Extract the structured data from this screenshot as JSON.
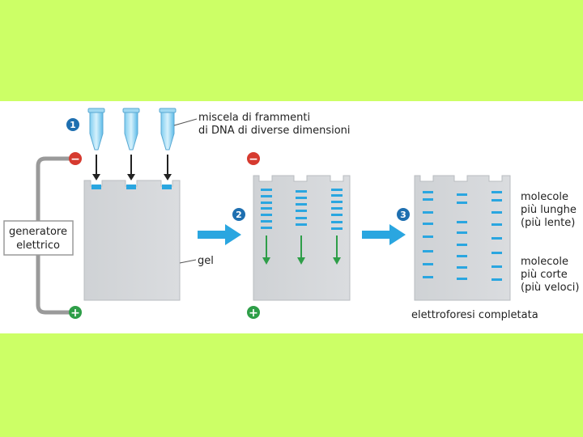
{
  "figure": {
    "labels": {
      "mixture_line1": "miscela di frammenti",
      "mixture_line2": "di DNA di diverse dimensioni",
      "generator_line1": "generatore",
      "generator_line2": "elettrico",
      "gel": "gel",
      "longer_line1": "molecole",
      "longer_line2": "più lunghe",
      "longer_line3": "(più lente)",
      "shorter_line1": "molecole",
      "shorter_line2": "più corte",
      "shorter_line3": "(più veloci)",
      "completed": "elettroforesi completata"
    },
    "steps": [
      "1",
      "2",
      "3"
    ],
    "signs": {
      "negative": "−",
      "positive": "+"
    },
    "colors": {
      "background": "#ccff66",
      "panel": "#ffffff",
      "gel": "#d3d5d8",
      "gel_dark": "#b9bcc0",
      "band": "#2aa6e0",
      "step_badge": "#1e6fb0",
      "negative": "#d63a2f",
      "positive": "#2e9e48",
      "migration_arrow": "#2e9e48",
      "process_arrow": "#2aa6e0",
      "wire": "#9a9a9a"
    },
    "icons": [
      "micro-tube-icon",
      "down-arrow-icon",
      "process-arrow-icon"
    ]
  }
}
